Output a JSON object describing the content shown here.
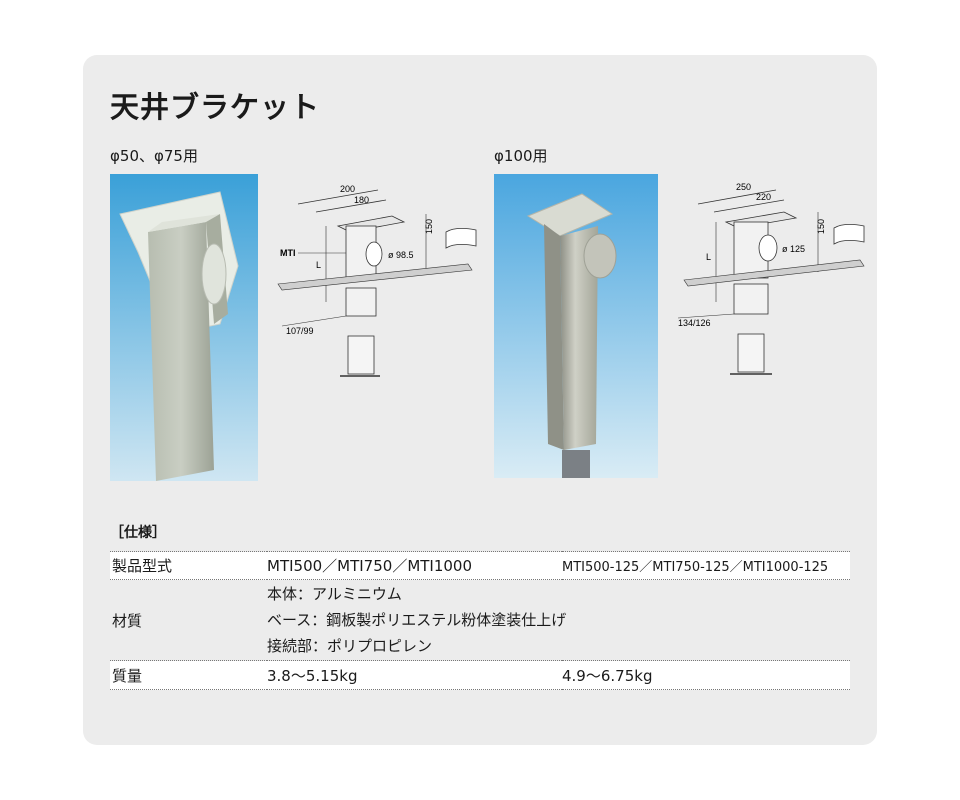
{
  "title": "天井ブラケット",
  "left_caption": "φ50、φ75用",
  "right_caption": "φ100用",
  "diagram_left": {
    "dim_top1": "200",
    "dim_top2": "180",
    "dim_height": "150",
    "label_mti": "MTI",
    "label_l": "L",
    "dim_pipe": "ø 98.5",
    "dim_base": "107/99"
  },
  "diagram_right": {
    "dim_top1": "250",
    "dim_top2": "220",
    "dim_height": "150",
    "label_l": "L",
    "dim_pipe": "ø 125",
    "dim_base": "134/126"
  },
  "spec_heading": "［仕様］",
  "spec": {
    "model_label": "製品型式",
    "model_a": "MTI500／MTI750／MTI1000",
    "model_b": "MTI500-125／MTI750-125／MTI1000-125",
    "material_label": "材質",
    "material_lines": [
      "本体：アルミニウム",
      "ベース：鋼板製ポリエステル粉体塗装仕上げ",
      "接続部：ポリプロピレン"
    ],
    "weight_label": "質量",
    "weight_a": "3.8〜5.15kg",
    "weight_b": "4.9〜6.75kg"
  }
}
